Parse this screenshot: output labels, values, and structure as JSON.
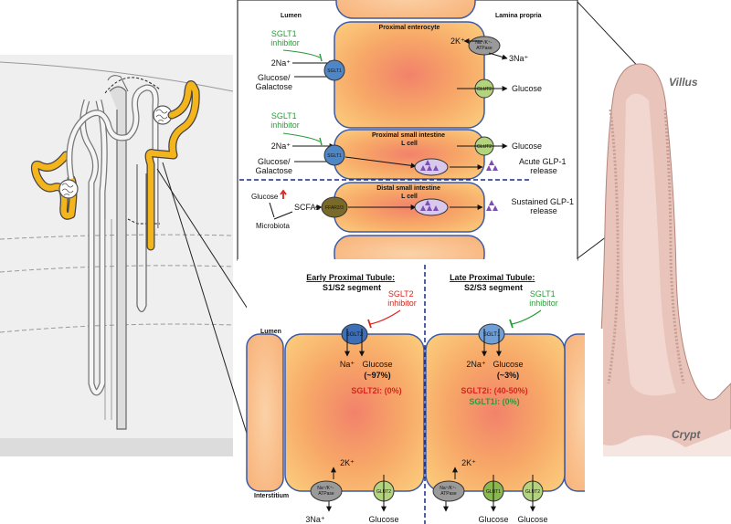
{
  "colors": {
    "nephron_highlight": "#f3b51b",
    "cell_orange": "#f7a868",
    "cell_border": "#3a5aa8",
    "sglt_blue": "#4f86c6",
    "glut_green": "#b3d47c",
    "atpase_gray": "#9a9a9a",
    "ffar_olive": "#7a6a2a",
    "glp1_purple": "#7a4fb0",
    "villus_pink": "#e3b7ad",
    "inhibitor_green": "#2a9a3a",
    "inhibitor_red": "#d9251d"
  },
  "intestine": {
    "lumen_label": "Lumen",
    "lamina_label": "Lamina propria",
    "enterocyte_title": "Proximal enterocyte",
    "sglt1_inhibitor_1": [
      "SGLT1",
      "inhibitor"
    ],
    "sglt1_inhibitor_2": [
      "SGLT1",
      "inhibitor"
    ],
    "na_2": "2Na⁺",
    "na_2b": "2Na⁺",
    "glucose_galactose_1": [
      "Glucose/",
      "Galactose"
    ],
    "glucose_galactose_2": [
      "Glucose/",
      "Galactose"
    ],
    "sglt1_label": "SGLT1",
    "glut2_label": "GLUT2",
    "atpase_label": [
      "Na⁺/K⁺-",
      "ATPase"
    ],
    "k2": "2K⁺",
    "na3": "3Na⁺",
    "glucose_out_1": "Glucose",
    "glucose_out_2": "Glucose",
    "lcell_prox_title": [
      "Proximal small intestine",
      "L cell"
    ],
    "lcell_dist_title": [
      "Distal small intestine",
      "L cell"
    ],
    "acute_glp1": [
      "Acute GLP-1",
      "release"
    ],
    "sustained_glp1": [
      "Sustained GLP-1",
      "release"
    ],
    "glucose_up": "Glucose",
    "scfas": "SCFAs",
    "microbiota": "Microbiota",
    "ffar_label": "FFAR2/3"
  },
  "kidney": {
    "early_title": [
      "Early Proximal Tubule:",
      "S1/S2 segment"
    ],
    "late_title": [
      "Late Proximal Tubule:",
      "S2/S3 segment"
    ],
    "sglt2_inhibitor": [
      "SGLT2",
      "inhibitor"
    ],
    "sglt1_inhibitor": [
      "SGLT1",
      "inhibitor"
    ],
    "lumen_label": "Lumen",
    "interstitium_label": "Interstitium",
    "sglt2_label": "SGLT2",
    "sglt1_label": "SGLT1",
    "na_early": "Na⁺",
    "glucose_early": "Glucose",
    "pct_early": "(~97%)",
    "sglt2i_early": "SGLT2i: (0%)",
    "na_late": "2Na⁺",
    "glucose_late": "Glucose",
    "pct_late": "(~3%)",
    "sglt2i_late": "SGLT2i: (40-50%)",
    "sglt1i_late": "SGLT1i: (0%)",
    "k_early": "2K⁺",
    "k_late": "2K⁺",
    "atpase_label": [
      "Na⁺/K⁺-",
      "ATPase"
    ],
    "glut2_label": "GLUT2",
    "glut1_label": "GLUT1",
    "na3_bottom": "3Na⁺",
    "glucose_bottom_1": "Glucose",
    "glucose_bottom_2": "Glucose",
    "glucose_bottom_3": "Glucose"
  },
  "villus": {
    "villus_label": "Villus",
    "crypt_label": "Crypt"
  }
}
